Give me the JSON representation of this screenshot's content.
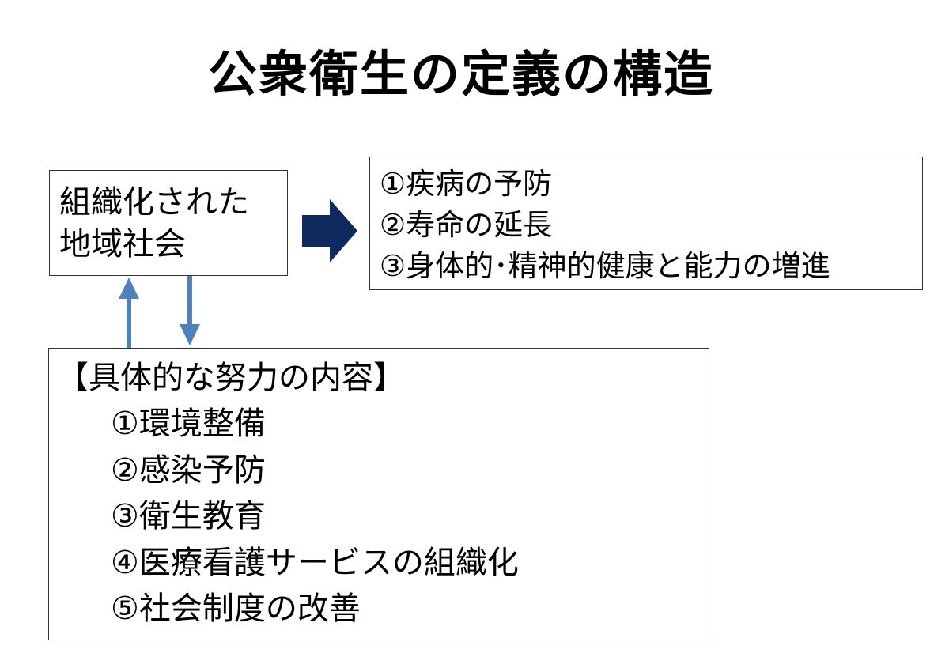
{
  "title": "公衆衛生の定義の構造",
  "community": {
    "lines": [
      "組織化された",
      "地域社会"
    ]
  },
  "goals": {
    "items": [
      "①疾病の予防",
      "②寿命の延長",
      "③身体的･精神的健康と能力の増進"
    ]
  },
  "efforts": {
    "heading": "【具体的な努力の内容】",
    "items": [
      "①環境整備",
      "②感染予防",
      "③衛生教育",
      "④医療看護サービスの組織化",
      "⑤社会制度の改善"
    ]
  },
  "colors": {
    "right_arrow": "#0e2a5e",
    "vertical_arrows": "#4f81bd",
    "box_border": "#333333"
  },
  "icons": {
    "right_arrow": "block-right-arrow",
    "up_arrow": "up-arrow",
    "down_arrow": "down-arrow"
  }
}
